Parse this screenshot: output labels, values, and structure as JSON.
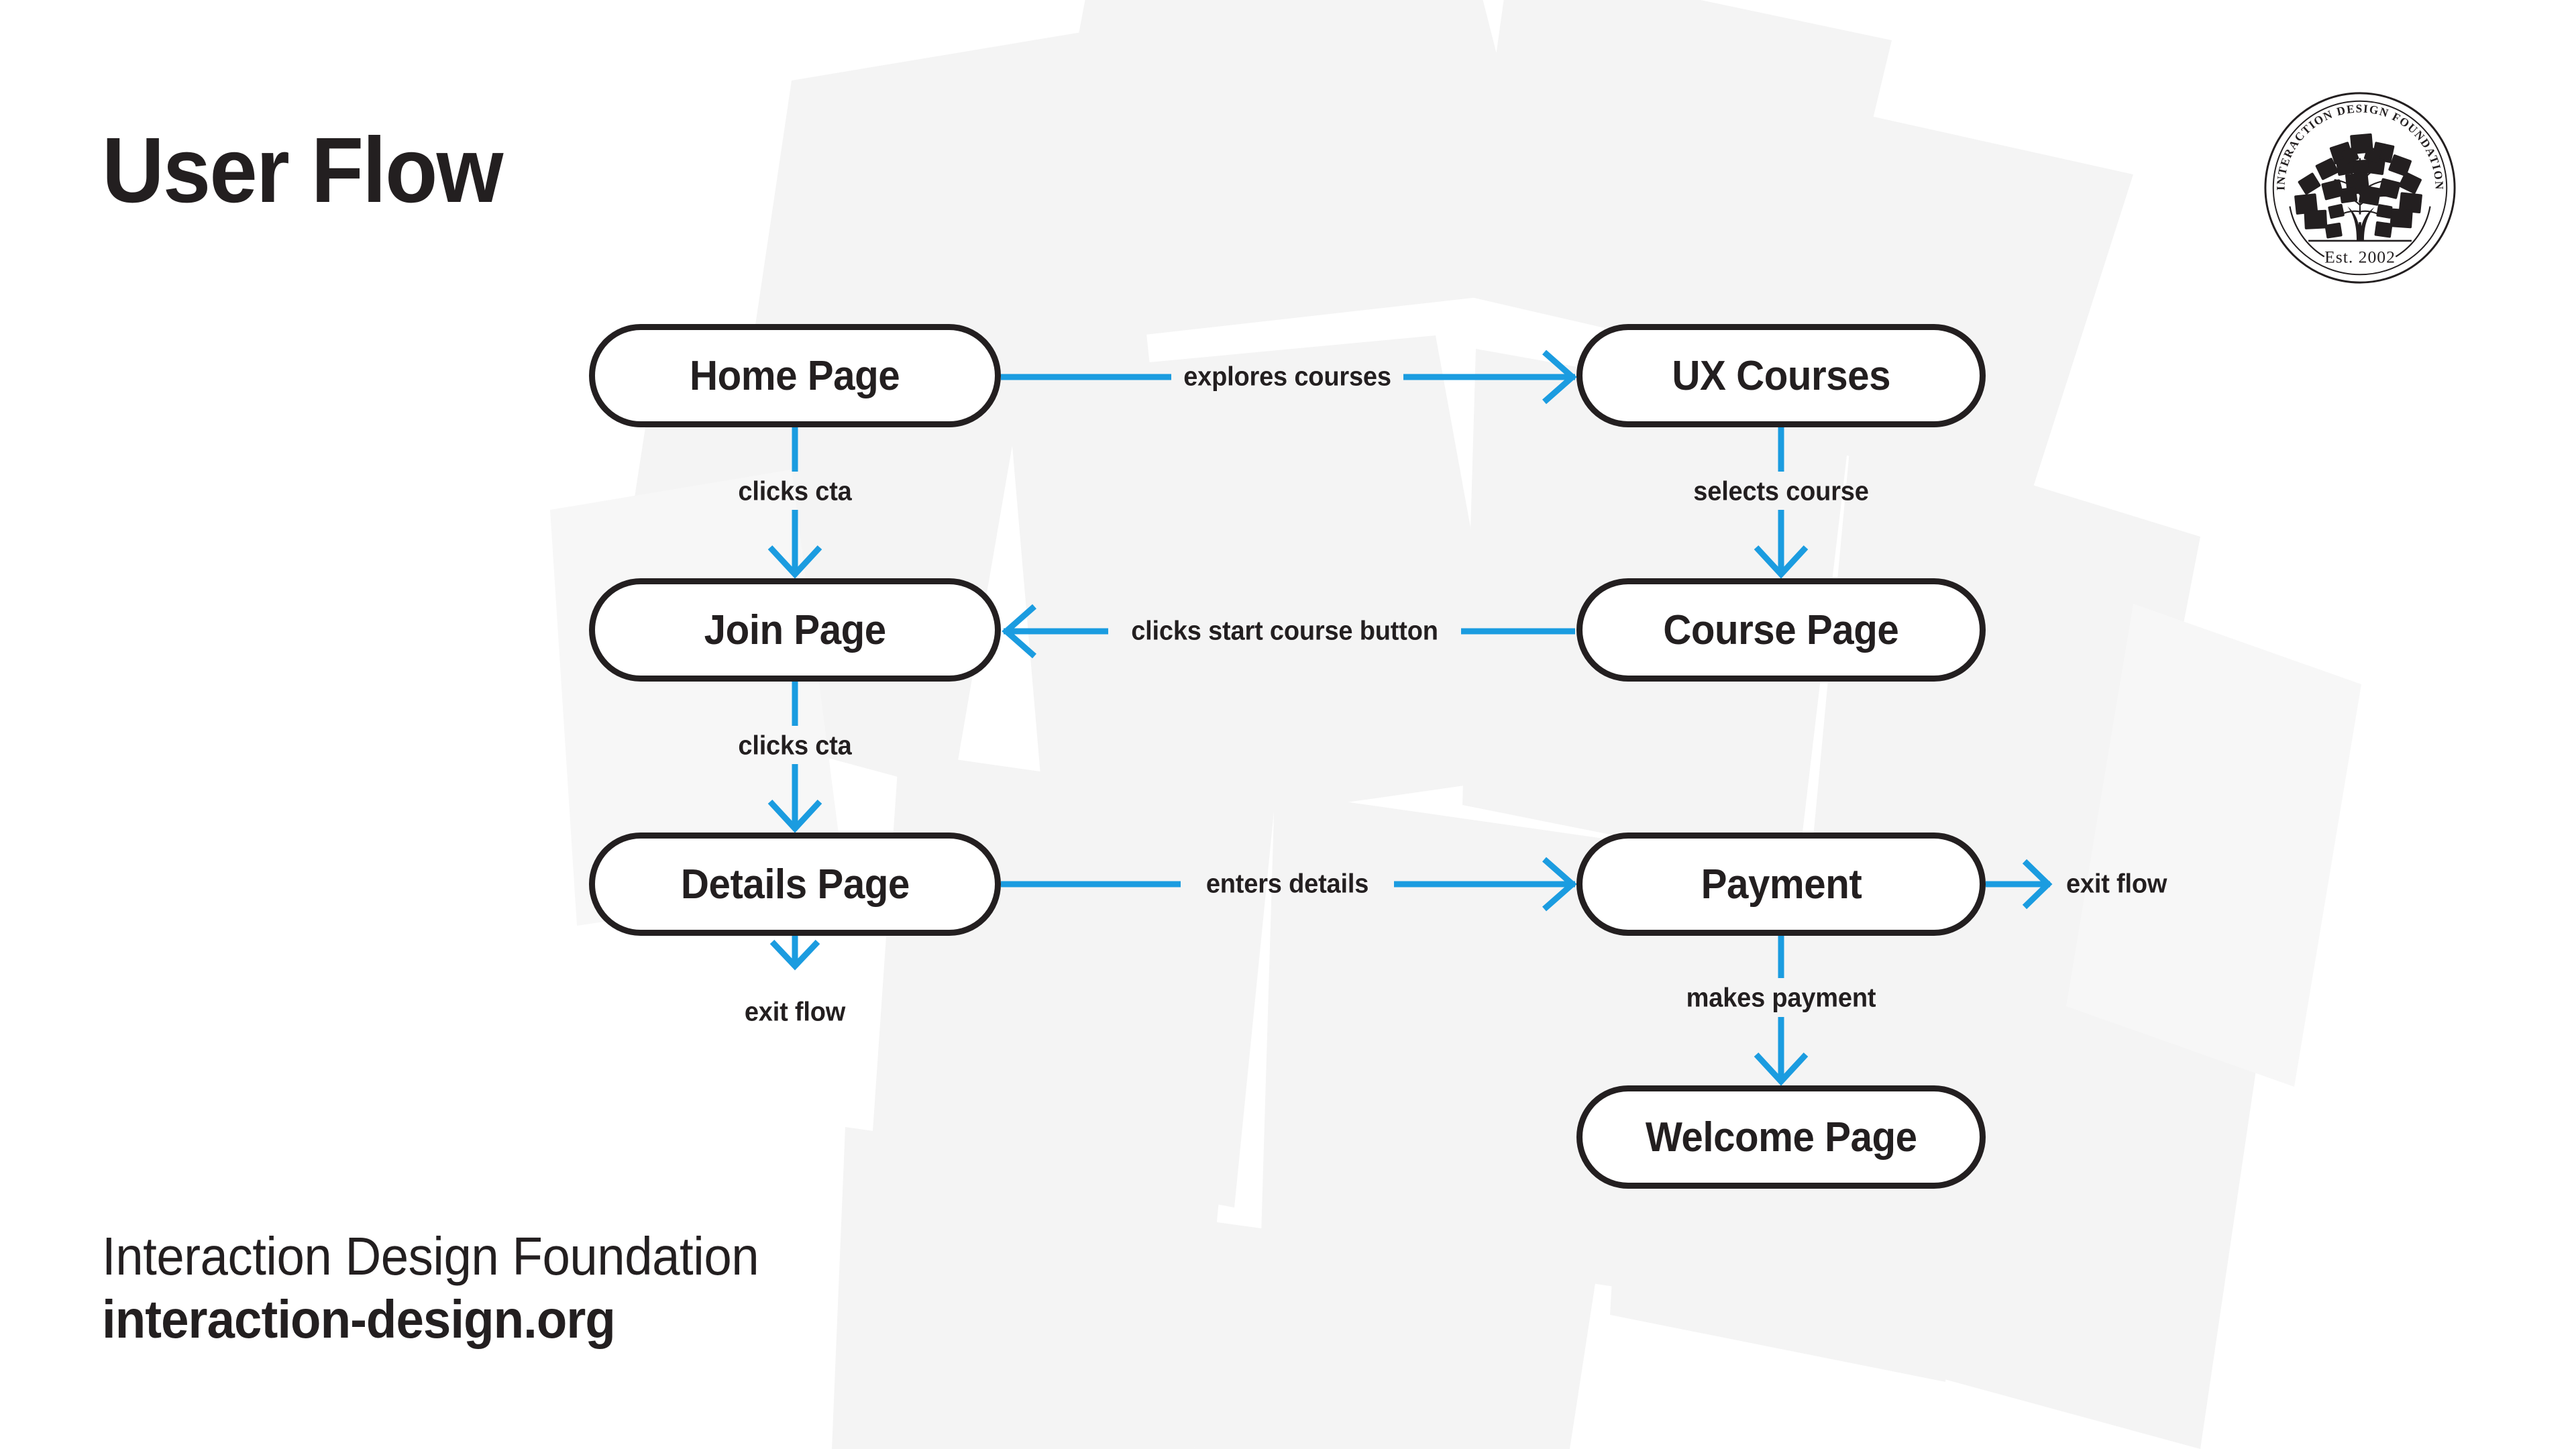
{
  "page": {
    "title": "User Flow",
    "background_color": "#ffffff",
    "ink_color": "#231f20",
    "accent_color": "#1b9ce0"
  },
  "logo": {
    "name": "interaction-design-foundation-seal",
    "arc_text": "INTERACTION DESIGN FOUNDATION",
    "established": "Est. 2002"
  },
  "footer": {
    "organization": "Interaction Design Foundation",
    "url": "interaction-design.org"
  },
  "chart_data": {
    "type": "diagram",
    "diagram_kind": "user-flow",
    "title": "User Flow",
    "nodes": [
      {
        "id": "home",
        "label": "Home Page",
        "col": "left",
        "row": 1
      },
      {
        "id": "ux",
        "label": "UX Courses",
        "col": "right",
        "row": 1
      },
      {
        "id": "join",
        "label": "Join Page",
        "col": "left",
        "row": 2
      },
      {
        "id": "course",
        "label": "Course Page",
        "col": "right",
        "row": 2
      },
      {
        "id": "details",
        "label": "Details Page",
        "col": "left",
        "row": 3
      },
      {
        "id": "payment",
        "label": "Payment",
        "col": "right",
        "row": 3
      },
      {
        "id": "welcome",
        "label": "Welcome Page",
        "col": "right",
        "row": 4
      }
    ],
    "terminals": [
      {
        "id": "exit-details",
        "label": "exit flow",
        "from": "details",
        "direction": "down"
      },
      {
        "id": "exit-payment",
        "label": "exit flow",
        "from": "payment",
        "direction": "right"
      }
    ],
    "edges": [
      {
        "id": "e1",
        "from": "home",
        "to": "ux",
        "label": "explores courses",
        "direction": "right"
      },
      {
        "id": "e2",
        "from": "home",
        "to": "join",
        "label": "clicks cta",
        "direction": "down"
      },
      {
        "id": "e3",
        "from": "ux",
        "to": "course",
        "label": "selects course",
        "direction": "down"
      },
      {
        "id": "e4",
        "from": "course",
        "to": "join",
        "label": "clicks start course button",
        "direction": "left"
      },
      {
        "id": "e5",
        "from": "join",
        "to": "details",
        "label": "clicks cta",
        "direction": "down"
      },
      {
        "id": "e6",
        "from": "details",
        "to": "payment",
        "label": "enters details",
        "direction": "right"
      },
      {
        "id": "e7",
        "from": "payment",
        "to": "welcome",
        "label": "makes payment",
        "direction": "down"
      }
    ]
  }
}
